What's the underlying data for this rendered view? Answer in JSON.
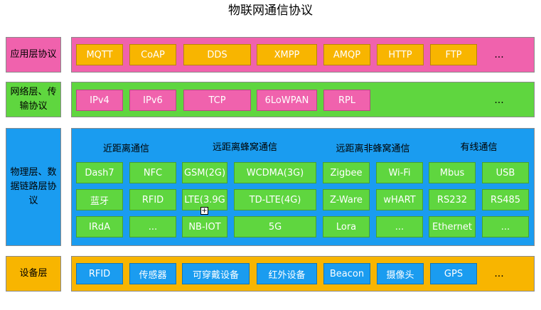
{
  "title": "物联网通信协议",
  "layers": {
    "application": {
      "label": "应用层协议",
      "items": [
        "MQTT",
        "CoAP",
        "DDS",
        "XMPP",
        "AMQP",
        "HTTP",
        "FTP"
      ],
      "more": "..."
    },
    "network": {
      "label": "网络层、传输协议",
      "items": [
        "IPv4",
        "IPv6",
        "TCP",
        "6LoWPAN",
        "RPL"
      ],
      "more": "..."
    },
    "physical": {
      "label": "物理层、数据链路层协议",
      "groups": [
        {
          "title": "近距离通信",
          "items": [
            "Dash7",
            "NFC",
            "蓝牙",
            "RFID",
            "IRdA",
            "..."
          ]
        },
        {
          "title": "远距离蜂窝通信",
          "items": [
            "GSM(2G)",
            "WCDMA(3G)",
            "LTE(3.9G",
            "TD-LTE(4G)",
            "NB-IOT",
            "5G"
          ]
        },
        {
          "title": "远距离非蜂窝通信",
          "items": [
            "Zigbee",
            "Wi-Fi",
            "Z-Ware",
            "wHART",
            "Lora",
            "..."
          ]
        },
        {
          "title": "有线通信",
          "items": [
            "Mbus",
            "USB",
            "RS232",
            "RS485",
            "Ethernet",
            "..."
          ]
        }
      ]
    },
    "device": {
      "label": "设备层",
      "items": [
        "RFID",
        "传感器",
        "可穿戴设备",
        "红外设备",
        "Beacon",
        "摄像头",
        "GPS"
      ],
      "more": "..."
    }
  },
  "colors": {
    "application": "#f062ad",
    "network": "#5fd63f",
    "physical": "#1a9cf0",
    "device": "#f8b500"
  }
}
